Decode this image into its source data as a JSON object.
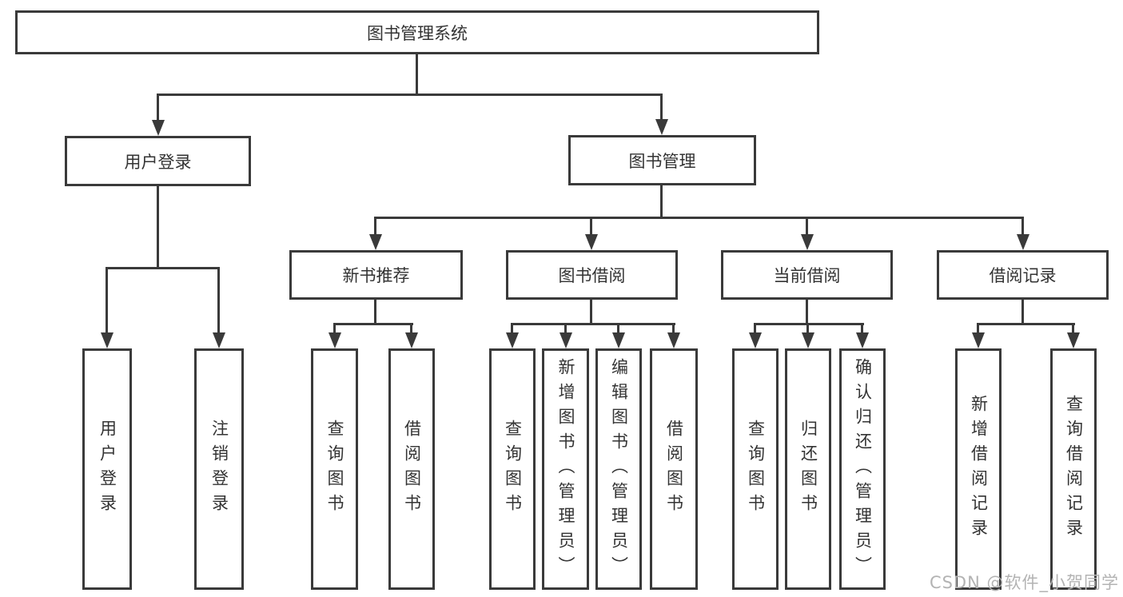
{
  "diagram": {
    "root": {
      "label": "图书管理系统"
    },
    "level2": {
      "login": {
        "label": "用户登录"
      },
      "mgmt": {
        "label": "图书管理"
      }
    },
    "level3": {
      "newbook": {
        "label": "新书推荐"
      },
      "borrow": {
        "label": "图书借阅"
      },
      "current": {
        "label": "当前借阅"
      },
      "records": {
        "label": "借阅记录"
      }
    },
    "leaves": {
      "user_login": {
        "label": "用户登录"
      },
      "logout": {
        "label": "注销登录"
      },
      "nb_query": {
        "label": "查询图书"
      },
      "nb_borrow": {
        "label": "借阅图书"
      },
      "bb_query": {
        "label": "查询图书"
      },
      "bb_add": {
        "label": "新增图书（管理员）"
      },
      "bb_edit": {
        "label": "编辑图书（管理员）"
      },
      "bb_borrow": {
        "label": "借阅图书"
      },
      "cur_query": {
        "label": "查询图书"
      },
      "cur_return": {
        "label": "归还图书"
      },
      "cur_confirm": {
        "label": "确认归还（管理员）"
      },
      "rec_add": {
        "label": "新增借阅记录"
      },
      "rec_query": {
        "label": "查询借阅记录"
      }
    }
  },
  "watermark": {
    "text": "CSDN @软件_小贺同学"
  },
  "colors": {
    "line": "#3a3a3a",
    "text": "#333333",
    "background": "#ffffff",
    "watermark": "#b3b3b3"
  }
}
